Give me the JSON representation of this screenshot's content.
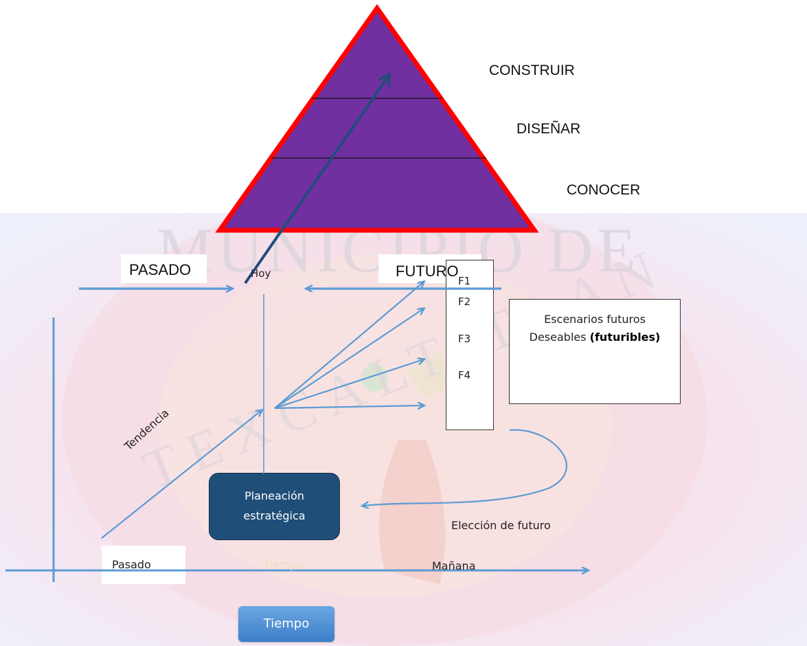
{
  "pyramid": {
    "levels": [
      "CONSTRUIR",
      "DISEÑAR",
      "CONOCER"
    ],
    "fill_color": "#7030a0",
    "border_color": "#ff0000"
  },
  "watermark": {
    "line1": "MUNICIPIO DE",
    "line2": "TEXCALTITLAN"
  },
  "timeline": {
    "pasado_label": "PASADO",
    "hoy_label": "Hoy",
    "futuro_label": "FUTURO"
  },
  "futures": [
    "F1",
    "F2",
    "F3",
    "F4"
  ],
  "scenarios_box": {
    "line1": "Escenarios futuros",
    "line2_prefix": "Deseables ",
    "line2_bold": "(futuribles)"
  },
  "planning_box": {
    "line1": "Planeación",
    "line2": "estratégica"
  },
  "labels": {
    "tendencia": "Tendencia",
    "eleccion": "Elección de futuro",
    "pasado": "Pasado",
    "hoy_faded": "Tiempo",
    "manana": "Mañana"
  },
  "tiempo_button": "Tiempo",
  "colors": {
    "arrow_blue": "#5b9bd5",
    "planning_fill": "#1f4e79",
    "navy_arrow": "#1f4e79"
  }
}
